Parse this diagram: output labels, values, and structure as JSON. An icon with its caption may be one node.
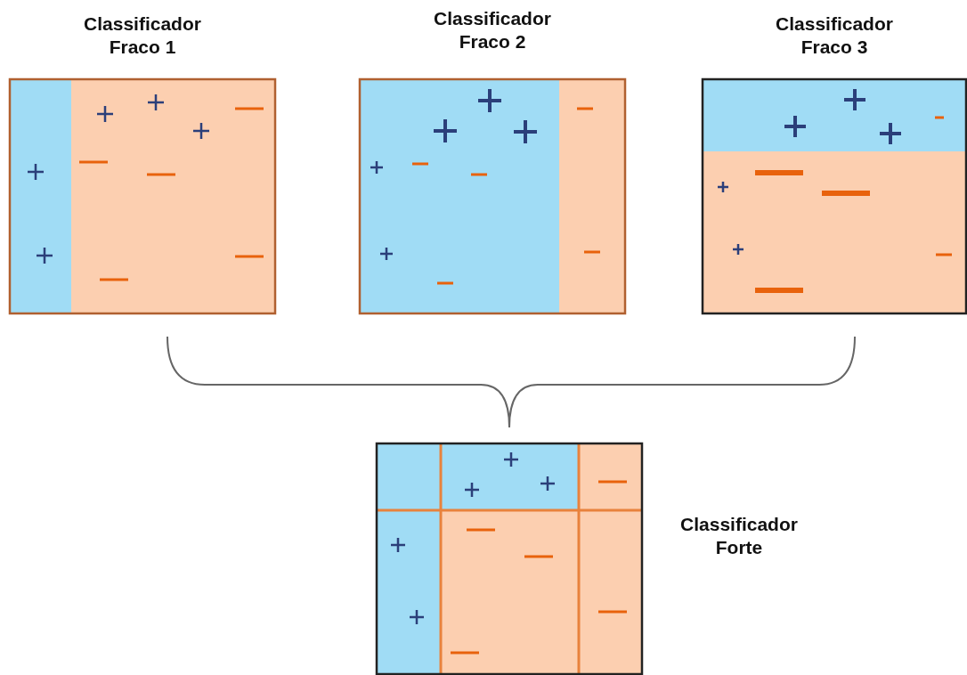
{
  "diagram": {
    "nodes": [
      {
        "text": [
          "Classificador Fraco 1"
        ]
      },
      {
        "text": [
          "Classificador Fraco 2"
        ]
      },
      {
        "text": [
          "Classificador Fraco 3"
        ]
      },
      {
        "text": [
          "Classificador Forte"
        ]
      }
    ],
    "edges": []
  }
}
